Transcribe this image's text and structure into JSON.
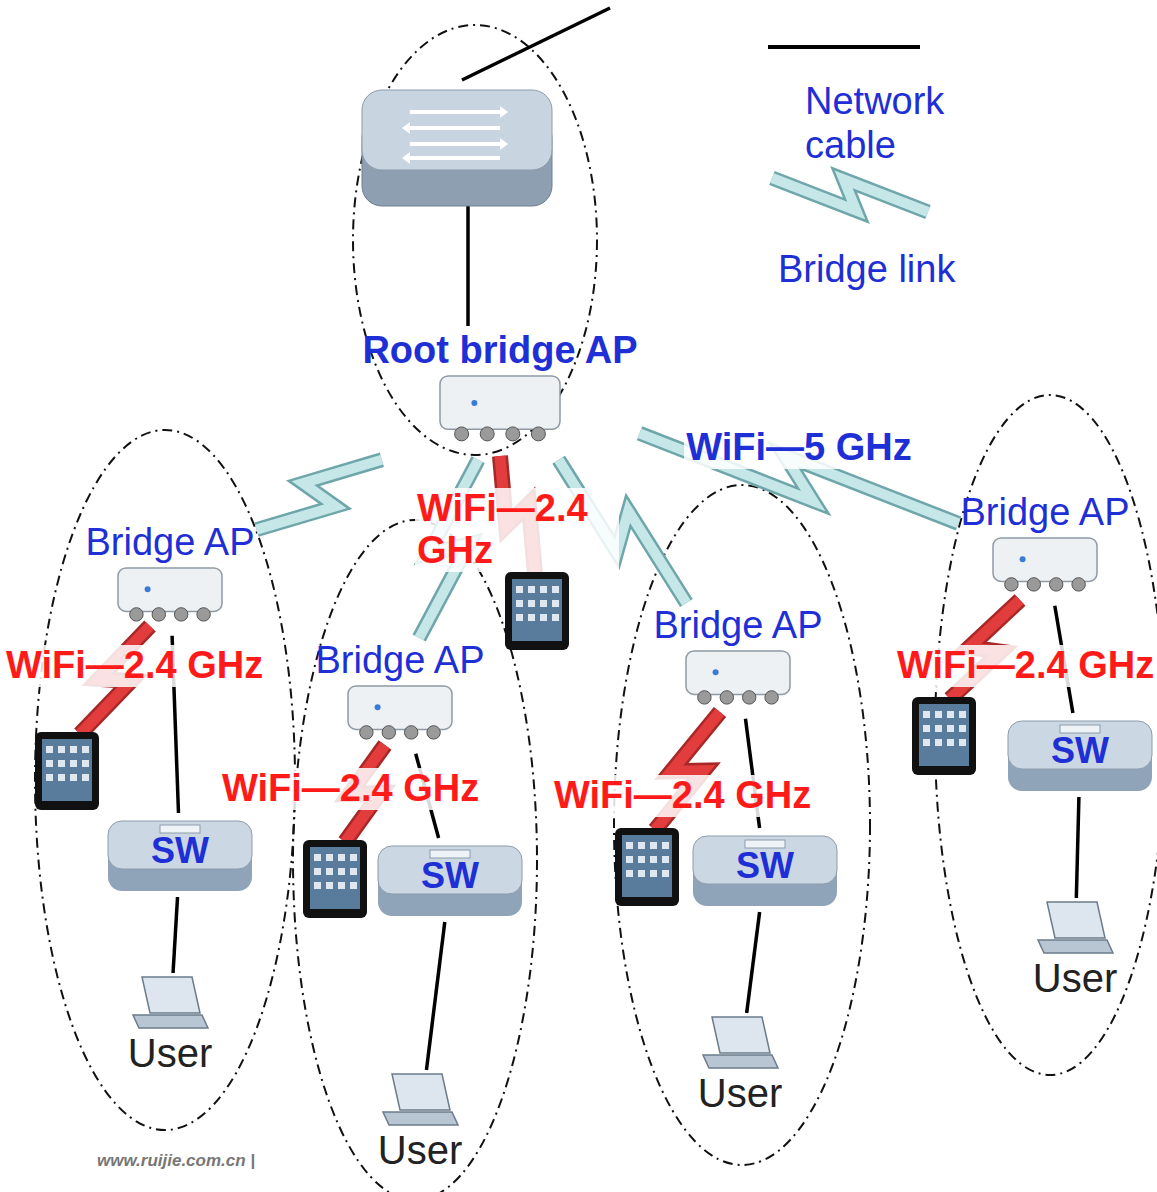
{
  "diagram": {
    "nodes": [
      {
        "text": [
          "Root bridge AP"
        ]
      },
      {
        "text": [
          "Bridge AP"
        ]
      },
      {
        "text": [
          "Bridge AP"
        ]
      },
      {
        "text": [
          "Bridge AP"
        ]
      },
      {
        "text": [
          "Bridge AP"
        ]
      },
      {
        "text": [
          "SW"
        ]
      },
      {
        "text": [
          "SW"
        ]
      },
      {
        "text": [
          "SW"
        ]
      },
      {
        "text": [
          "SW"
        ]
      },
      {
        "text": [
          "User"
        ]
      },
      {
        "text": [
          "User"
        ]
      },
      {
        "text": [
          "User"
        ]
      },
      {
        "text": [
          "User"
        ]
      }
    ],
    "edges": [
      {
        "from": 0,
        "to": 1,
        "arrow": "none"
      },
      {
        "from": 0,
        "to": 2,
        "arrow": "none"
      },
      {
        "from": 0,
        "to": 3,
        "arrow": "none"
      },
      {
        "from": 0,
        "to": 4,
        "arrow": "none",
        "label": "WiFi—5 GHz"
      },
      {
        "from": 1,
        "to": 5,
        "arrow": "none"
      },
      {
        "from": 2,
        "to": 6,
        "arrow": "none"
      },
      {
        "from": 3,
        "to": 7,
        "arrow": "none"
      },
      {
        "from": 4,
        "to": 8,
        "arrow": "none"
      },
      {
        "from": 5,
        "to": 9,
        "arrow": "none"
      },
      {
        "from": 6,
        "to": 10,
        "arrow": "none"
      },
      {
        "from": 7,
        "to": 11,
        "arrow": "none"
      },
      {
        "from": 8,
        "to": 12,
        "arrow": "none"
      }
    ],
    "labels": [
      "WiFi—2.4 GHz",
      "WiFi—2.4 GHz",
      "WiFi—2.4 GHz",
      "WiFi—2.4 GHz",
      "WiFi—2.4 GHz",
      "www.ruijie.com.cn |"
    ],
    "legend": [
      {
        "text": "Network cable"
      },
      {
        "text": "Bridge link"
      }
    ]
  }
}
